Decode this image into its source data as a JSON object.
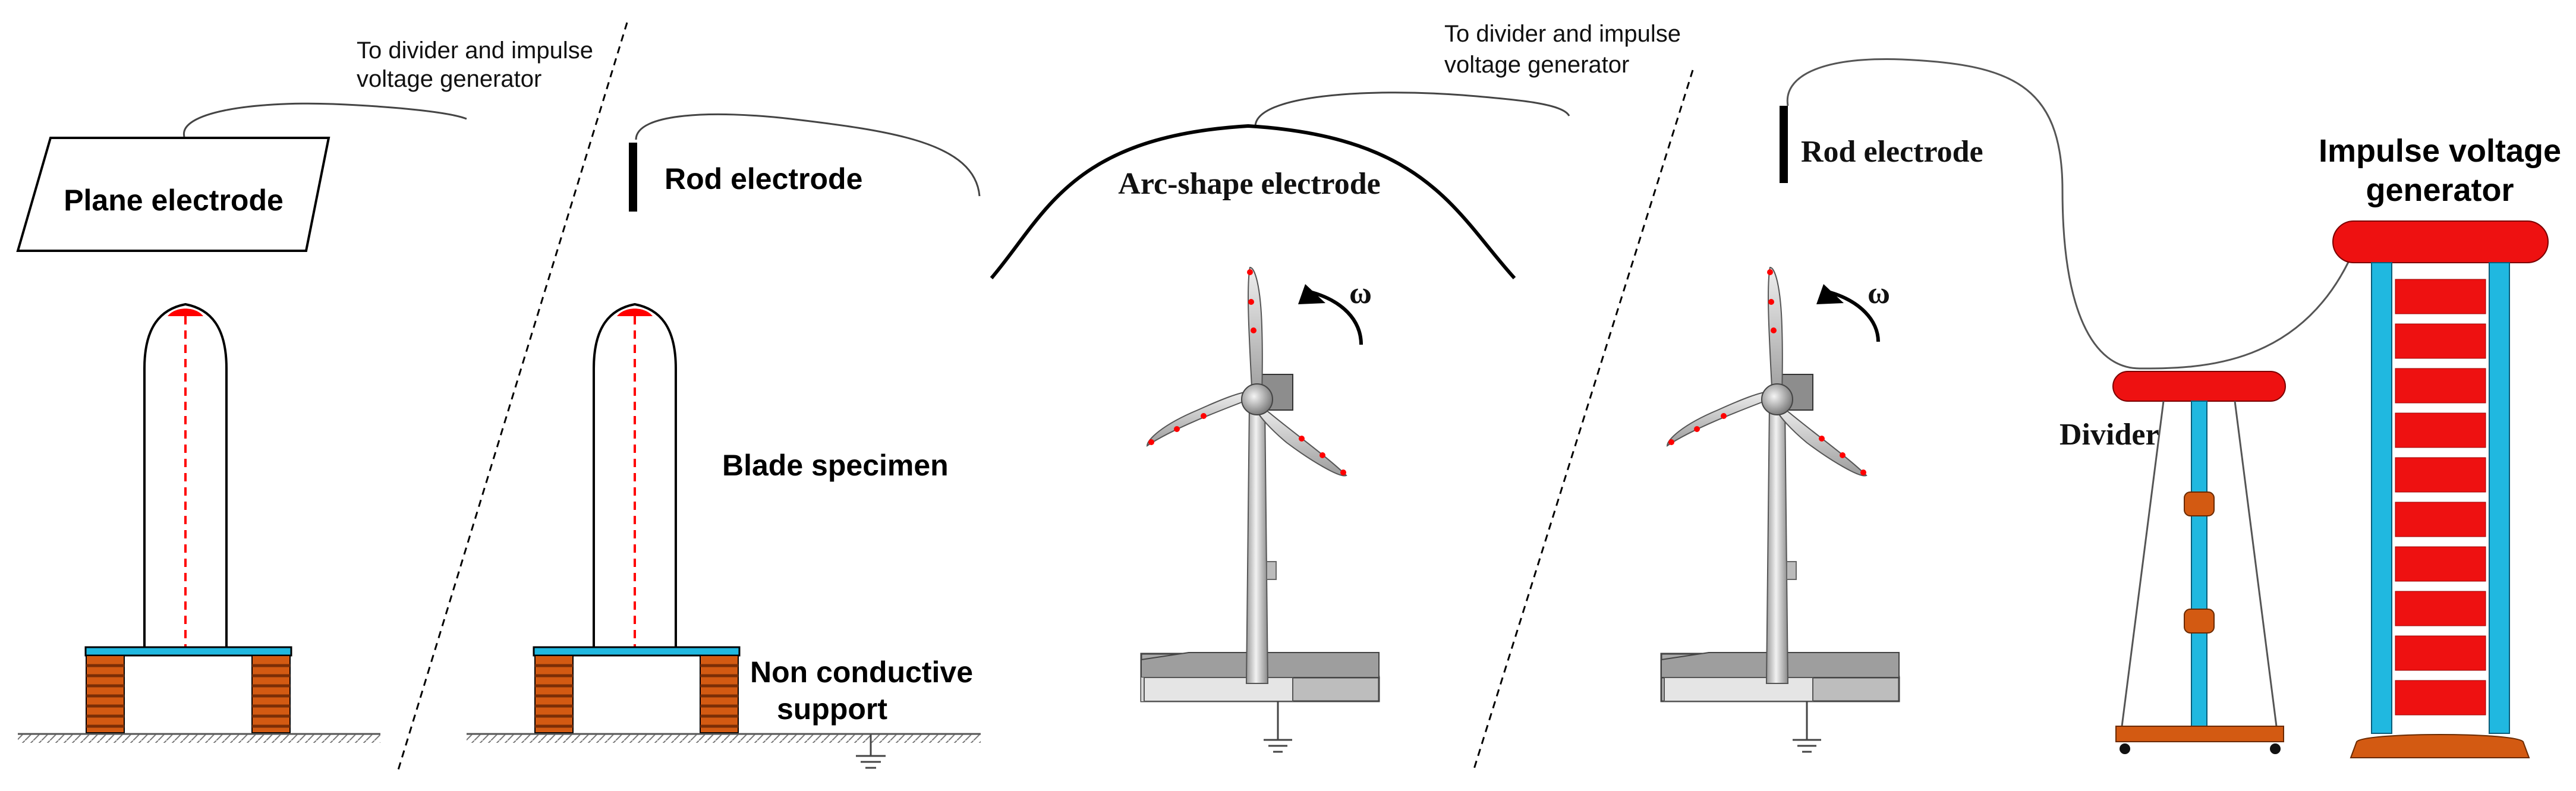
{
  "labels": {
    "divider_generator_line1": "To divider and impulse",
    "divider_generator_line2": "voltage generator",
    "plane_electrode": "Plane electrode",
    "rod_electrode": "Rod electrode",
    "arc_shape_electrode": "Arc-shape electrode",
    "blade_specimen": "Blade specimen",
    "non_conductive_line1": "Non conductive",
    "non_conductive_line2": "support",
    "omega": "ω",
    "divider": "Divider",
    "impulse_generator_line1": "Impulse voltage",
    "impulse_generator_line2": "generator"
  },
  "colors": {
    "receptor_red": "#ff0000",
    "support_orange": "#d35a12",
    "platform_blue": "#20b8e0",
    "generator_red": "#ee1111",
    "ground_grey": "#8a8a8a"
  },
  "icons": [
    "ground-symbol-icon",
    "rotation-arrow-icon",
    "wind-turbine-icon"
  ]
}
